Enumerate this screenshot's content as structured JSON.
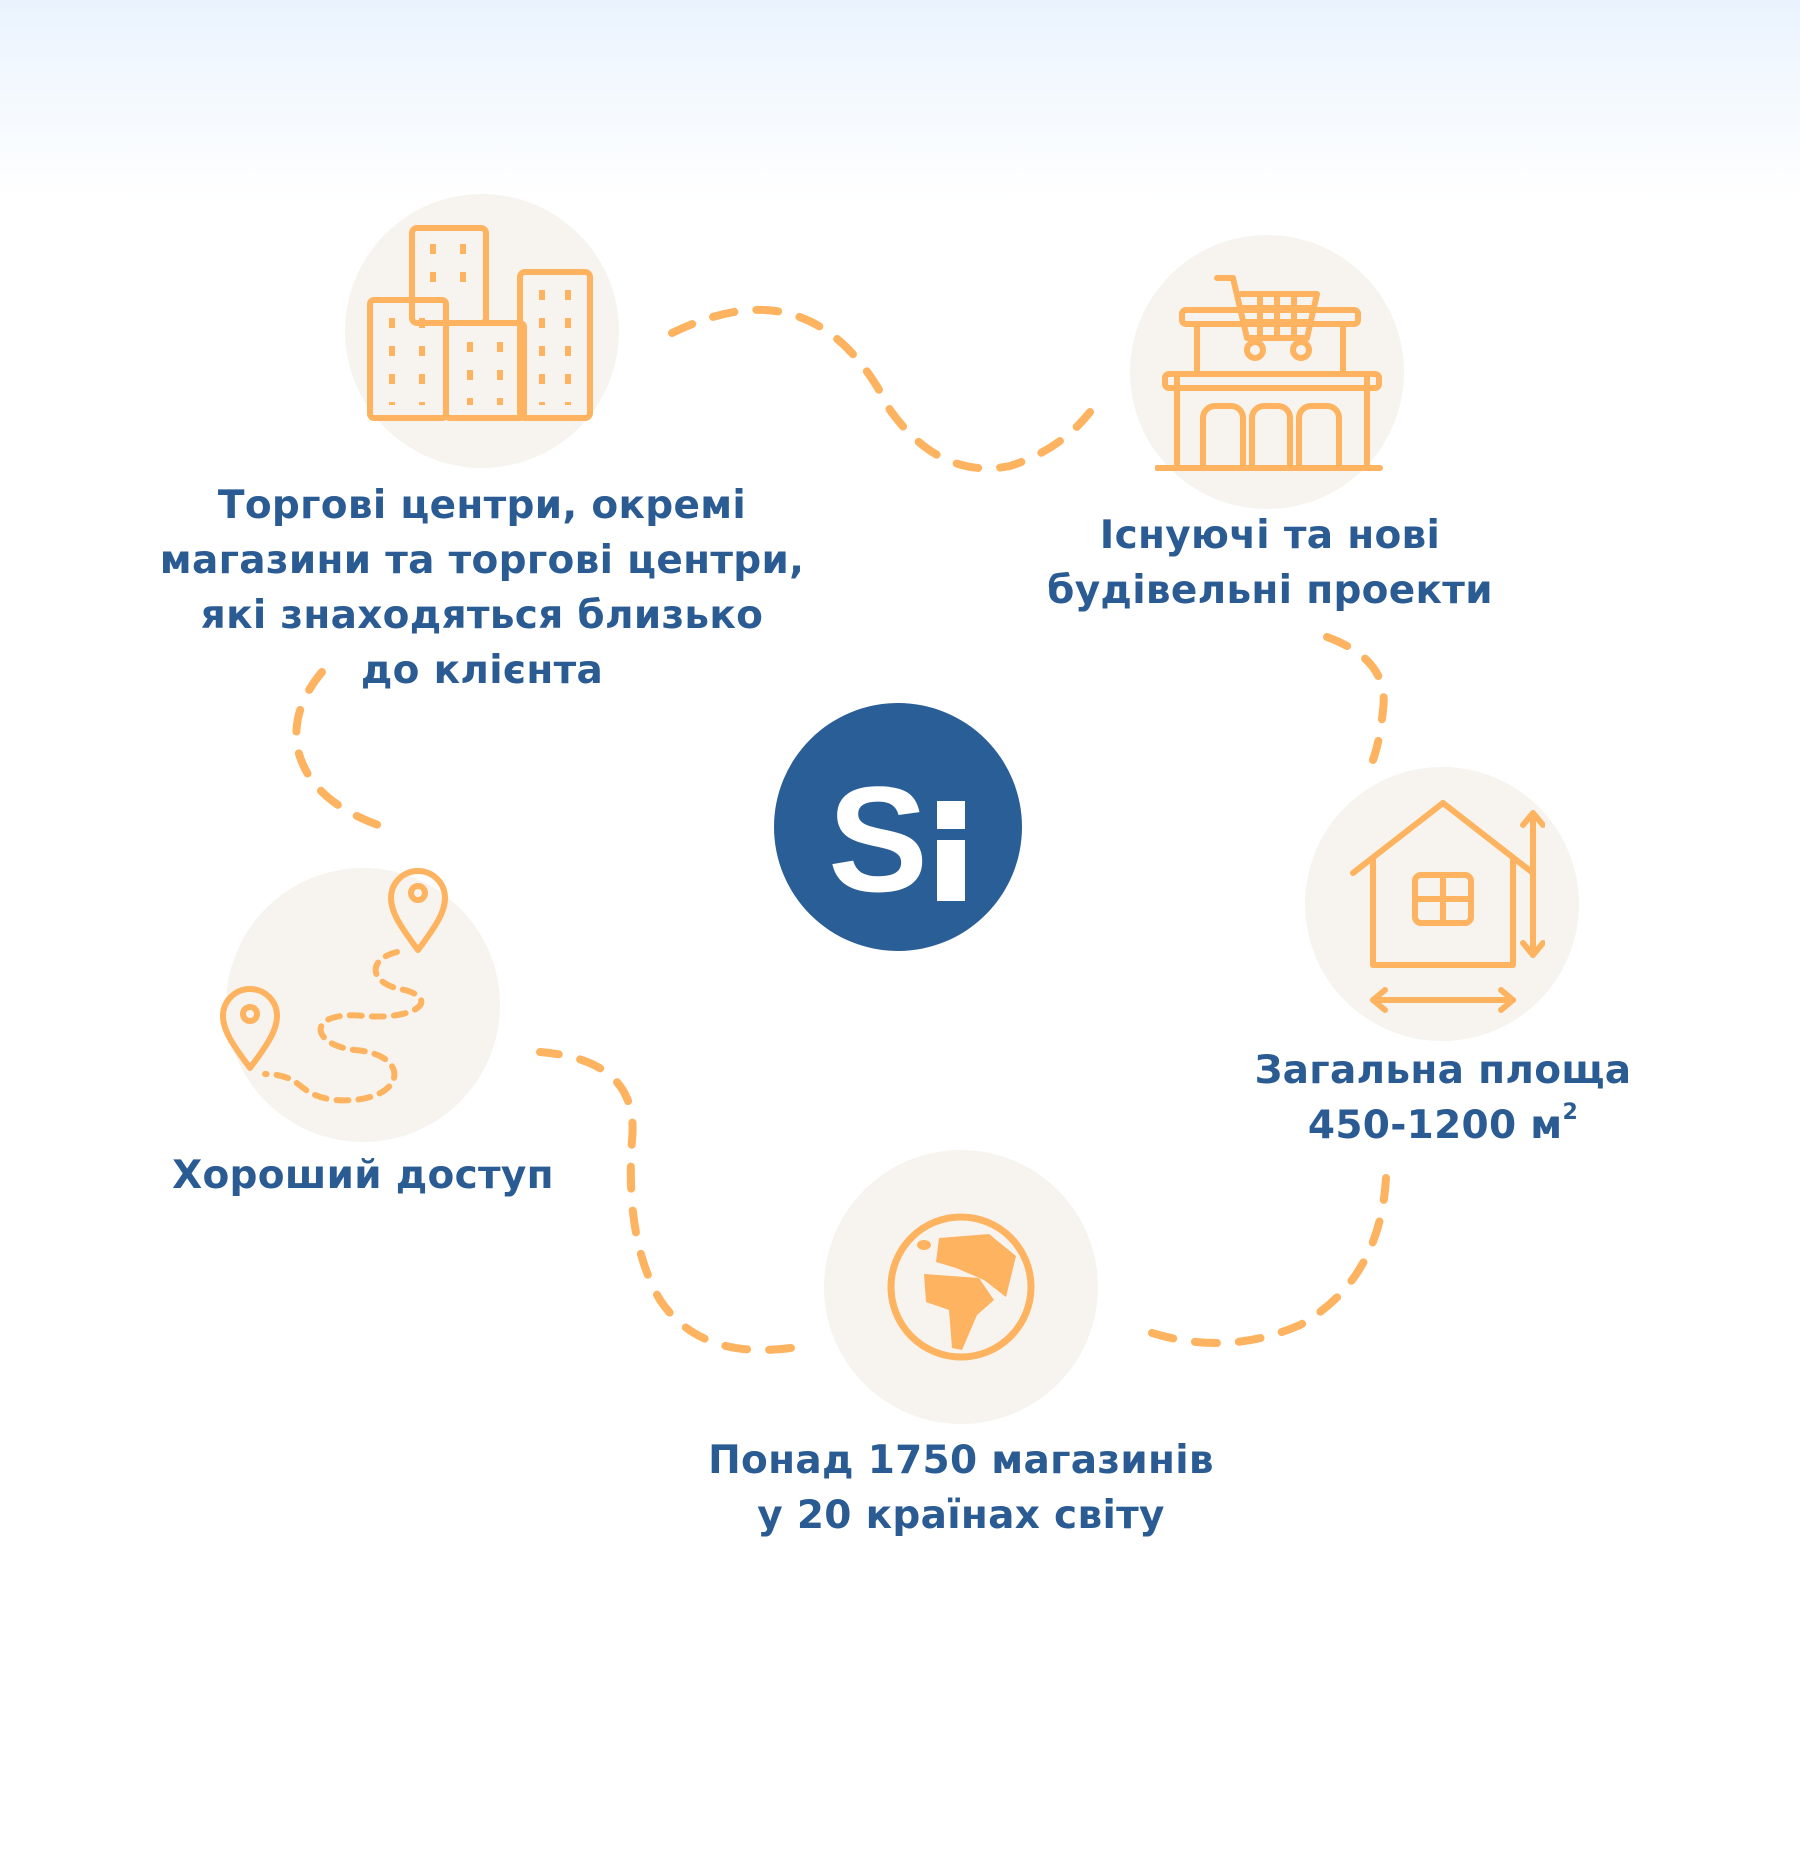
{
  "colors": {
    "accent": "#fdb35f",
    "text": "#2b5b93",
    "logo": "#2a5e97",
    "circle": "#f7f4ef"
  },
  "logo": {
    "text": "Si"
  },
  "features": [
    {
      "icon": "buildings-icon",
      "lines": [
        "Торгові центри, окремі",
        "магазини та торгові центри,",
        "які знаходяться близько",
        "до клієнта"
      ]
    },
    {
      "icon": "store-cart-icon",
      "lines": [
        "Існуючі та нові",
        "будівельні проекти"
      ]
    },
    {
      "icon": "house-area-icon",
      "lines": [
        "Загальна площа",
        "450-1200 м"
      ],
      "superscript": "2"
    },
    {
      "icon": "globe-icon",
      "lines": [
        "Понад 1750 магазинів",
        "у 20 країнах світу"
      ]
    },
    {
      "icon": "route-map-icon",
      "lines": [
        "Хороший доступ"
      ]
    }
  ]
}
